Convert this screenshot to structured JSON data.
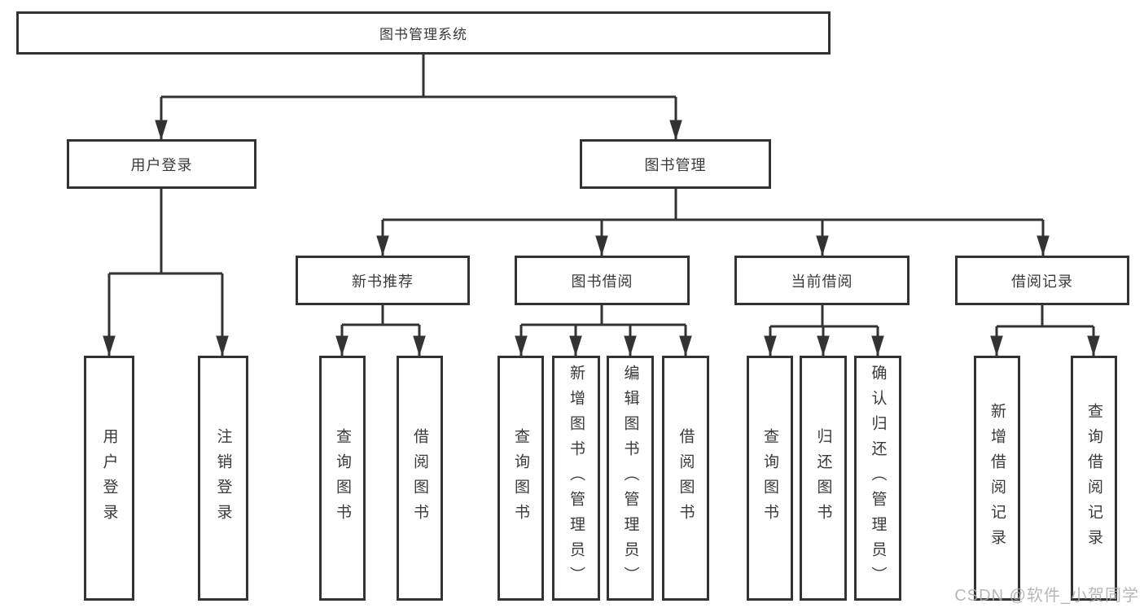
{
  "diagram_type": "tree",
  "nodes": {
    "root": "图书管理系统",
    "user_login": "用户登录",
    "book_mgmt": "图书管理",
    "new_book_rec": "新书推荐",
    "book_borrowing": "图书借阅",
    "current_borrowing": "当前借阅",
    "borrowing_records": "借阅记录",
    "leaf_user_login": "用户登录",
    "leaf_logout": "注销登录",
    "leaf_nbr_query_books": "查询图书",
    "leaf_nbr_borrow_books": "借阅图书",
    "leaf_bb_query_books": "查询图书",
    "leaf_bb_add_books_admin": "新增图书（管理员）",
    "leaf_bb_edit_books_admin": "编辑图书（管理员）",
    "leaf_bb_borrow_books": "借阅图书",
    "leaf_cb_query_books": "查询图书",
    "leaf_cb_return_books": "归还图书",
    "leaf_cb_confirm_return_admin": "确认归还（管理员）",
    "leaf_br_add_record": "新增借阅记录",
    "leaf_br_query_record": "查询借阅记录"
  },
  "hierarchy": {
    "root": [
      "user_login",
      "book_mgmt"
    ],
    "user_login": [
      "leaf_user_login",
      "leaf_logout"
    ],
    "book_mgmt": [
      "new_book_rec",
      "book_borrowing",
      "current_borrowing",
      "borrowing_records"
    ],
    "new_book_rec": [
      "leaf_nbr_query_books",
      "leaf_nbr_borrow_books"
    ],
    "book_borrowing": [
      "leaf_bb_query_books",
      "leaf_bb_add_books_admin",
      "leaf_bb_edit_books_admin",
      "leaf_bb_borrow_books"
    ],
    "current_borrowing": [
      "leaf_cb_query_books",
      "leaf_cb_return_books",
      "leaf_cb_confirm_return_admin"
    ],
    "borrowing_records": [
      "leaf_br_add_record",
      "leaf_br_query_record"
    ]
  },
  "watermark": "CSDN @软件_小贺同学",
  "colors": {
    "line": "#333333",
    "border": "#333333",
    "text": "#3a3a3a",
    "background": "#ffffff",
    "watermark": "#aaaaaa"
  }
}
